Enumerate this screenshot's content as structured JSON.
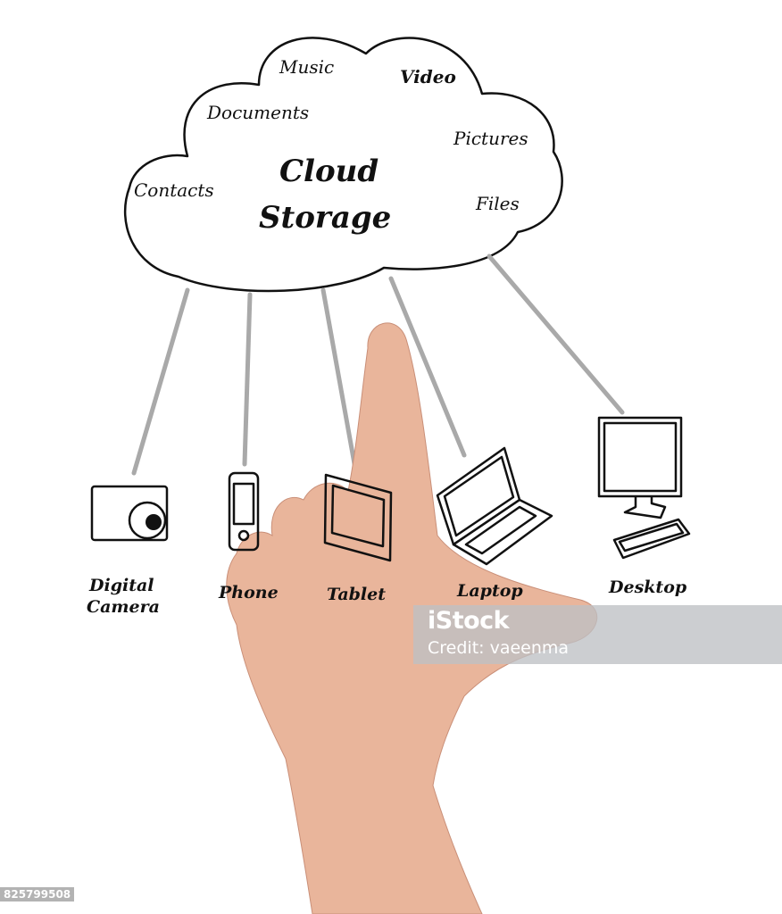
{
  "cloud": {
    "title_line1": "Cloud",
    "title_line2": "Storage",
    "items": [
      "Music",
      "Video",
      "Documents",
      "Pictures",
      "Contacts",
      "Files"
    ]
  },
  "devices": [
    {
      "label_line1": "Digital",
      "label_line2": "Camera",
      "icon": "camera-icon"
    },
    {
      "label_line1": "Phone",
      "icon": "phone-icon"
    },
    {
      "label_line1": "Tablet",
      "icon": "tablet-icon"
    },
    {
      "label_line1": "Laptop",
      "icon": "laptop-icon"
    },
    {
      "label_line1": "Desktop",
      "icon": "desktop-icon"
    }
  ],
  "watermark": {
    "brand": "iStock",
    "credit": "Credit: vaeenma"
  },
  "image_id": "825799508",
  "colors": {
    "connector": "#a9a9a9",
    "ink": "#111111",
    "skin": "#e9b59b"
  }
}
